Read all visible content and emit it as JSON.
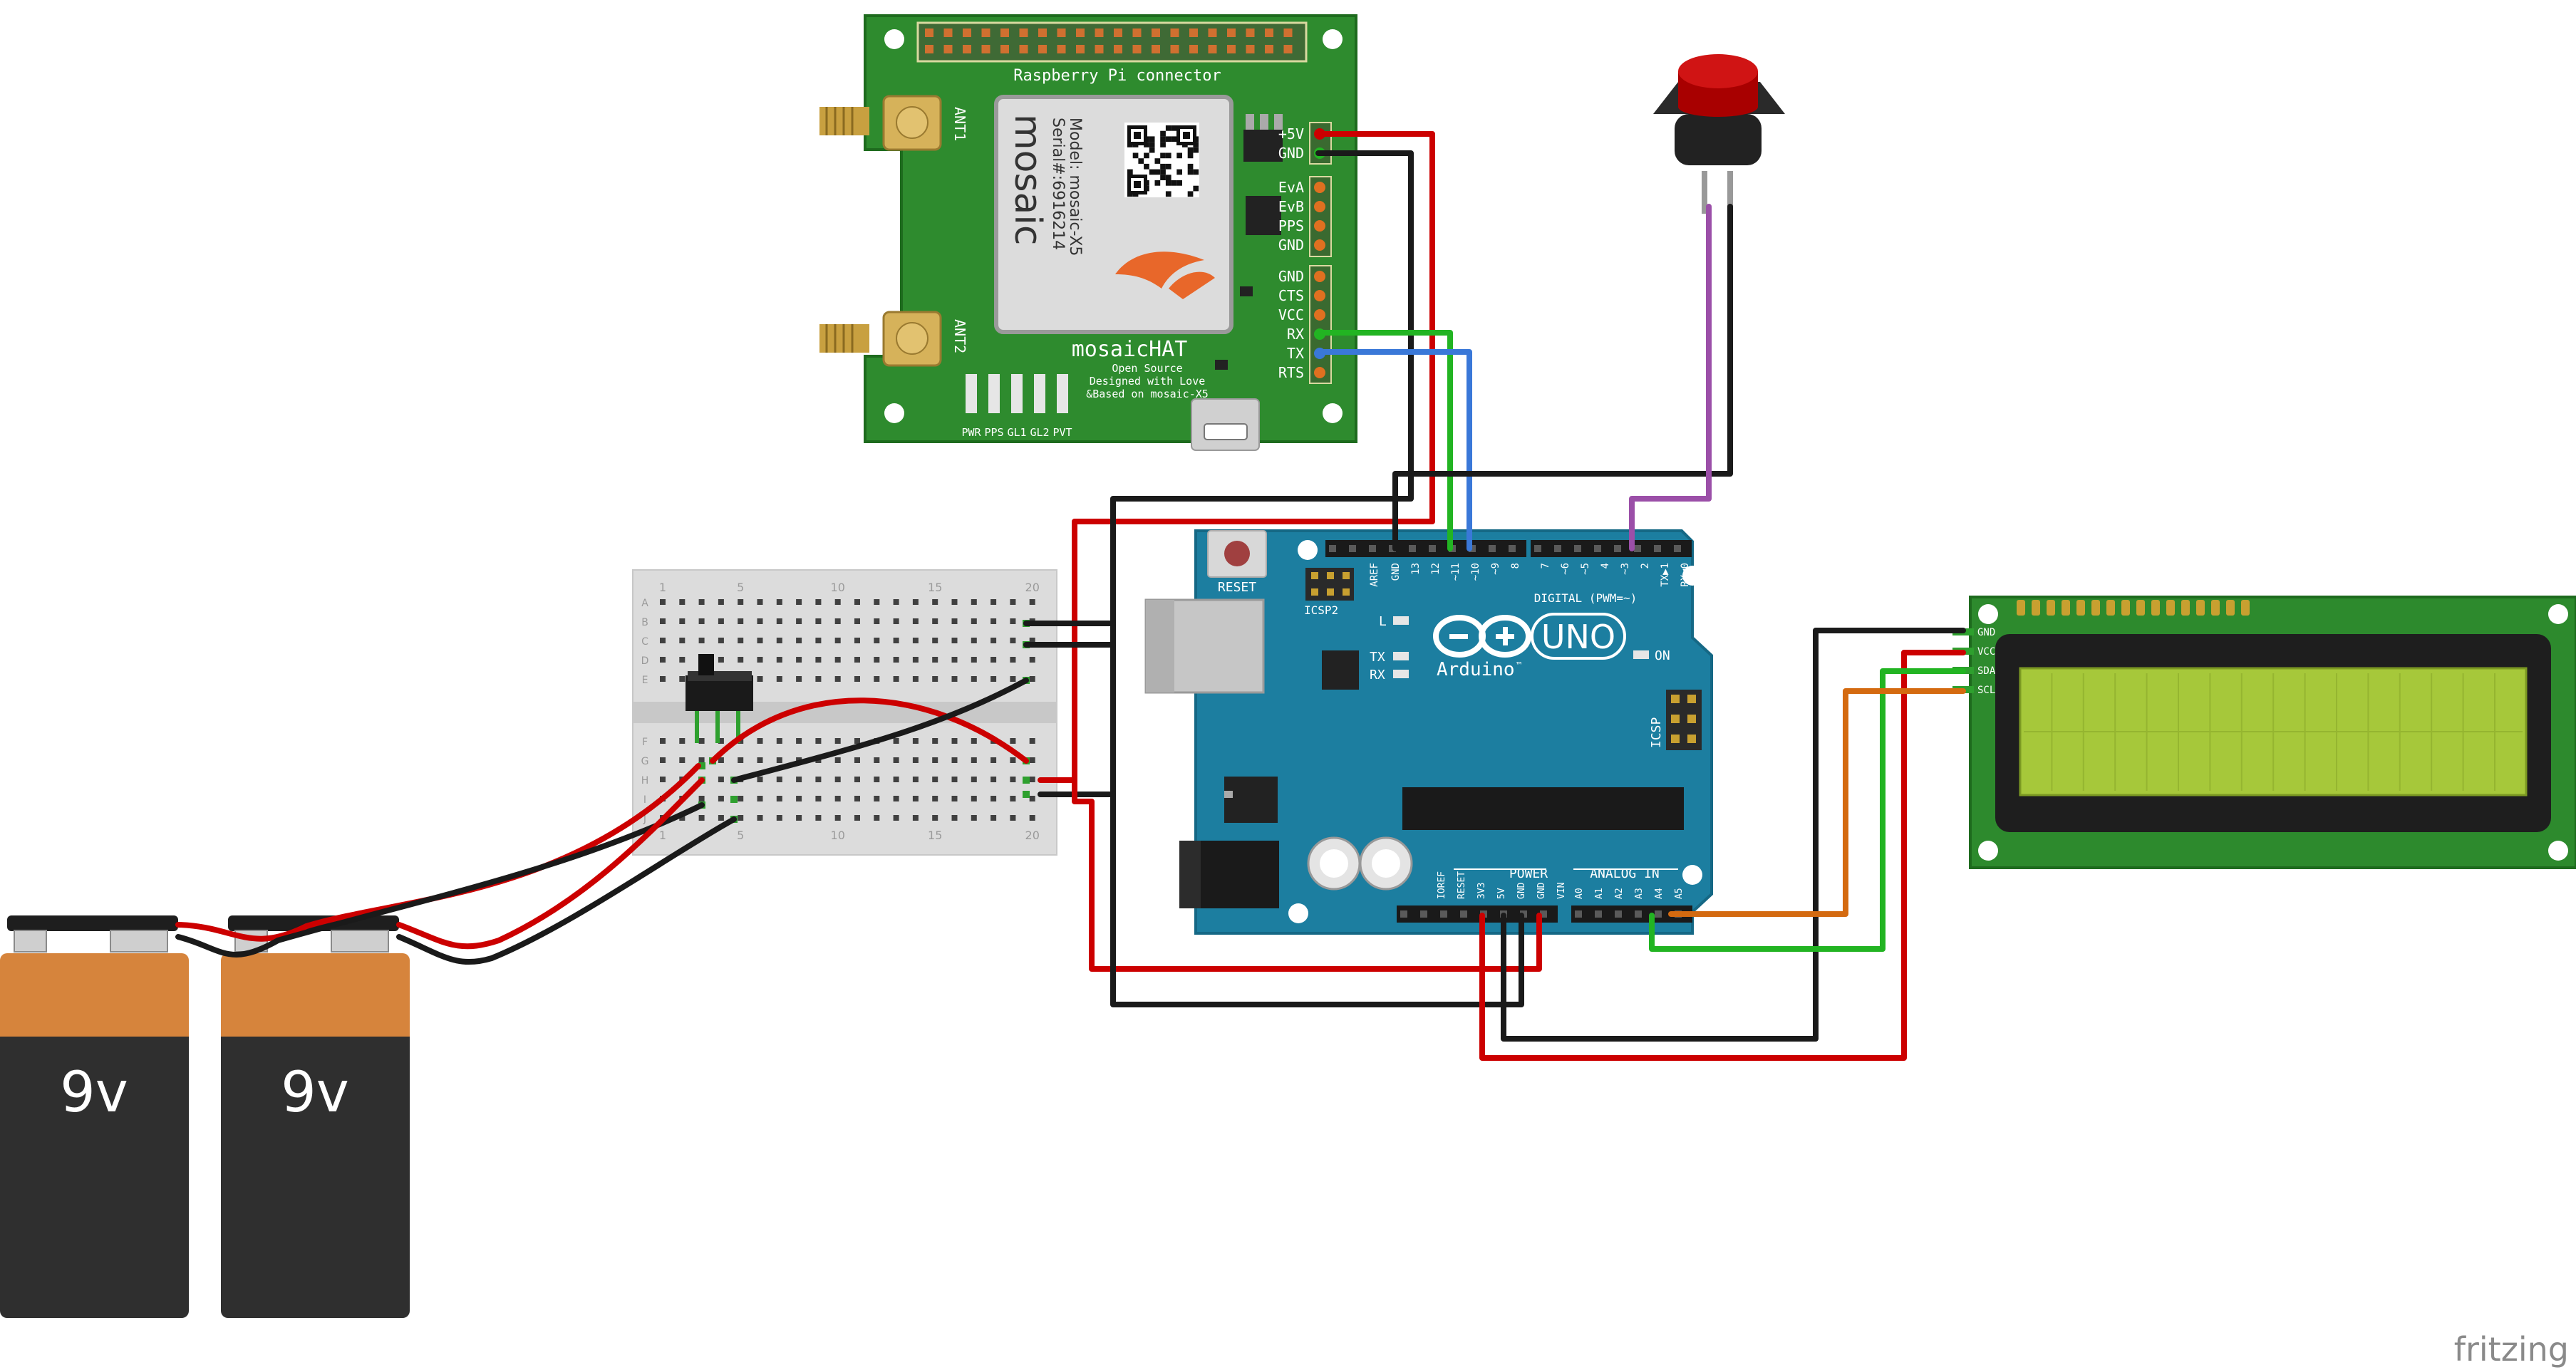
{
  "mosaic_hat": {
    "connector_label": "Raspberry Pi connector",
    "ant1": "ANT1",
    "ant2": "ANT2",
    "module_brand": "mosaic",
    "model_line": "Model: mosaic-X5",
    "serial_line": "Serial#:6916214",
    "board_name": "mosaicHAT",
    "sub1": "Open Source",
    "sub2": "Designed with Love",
    "sub3": "&Based on mosaic-X5",
    "pins_power": [
      "+5V",
      "GND"
    ],
    "pins_event": [
      "EvA",
      "EvB",
      "PPS",
      "GND"
    ],
    "pins_uart": [
      "GND",
      "CTS",
      "VCC",
      "RX",
      "TX",
      "RTS"
    ],
    "leds": [
      "PWR",
      "PPS",
      "GL1",
      "GL2",
      "PVT"
    ]
  },
  "arduino": {
    "reset_label": "RESET",
    "icsp2_label": "ICSP2",
    "brand": "Arduino",
    "tm": "™",
    "model": "UNO",
    "on_label": "ON",
    "led_l": "L",
    "led_tx": "TX",
    "led_rx": "RX",
    "icsp_label": "ICSP",
    "digital_label": "DIGITAL (PWM=~)",
    "power_label": "POWER",
    "analog_label": "ANALOG IN",
    "top_pins": [
      "AREF",
      "GND",
      "13",
      "12",
      "~11",
      "~10",
      "~9",
      "8",
      "7",
      "~6",
      "~5",
      "4",
      "~3",
      "2",
      "TX▶1",
      "RX◀0"
    ],
    "power_pins": [
      "IOREF",
      "RESET",
      "3V3",
      "5V",
      "GND",
      "GND",
      "VIN"
    ],
    "analog_pins": [
      "A0",
      "A1",
      "A2",
      "A3",
      "A4",
      "A5"
    ]
  },
  "breadboard": {
    "col_numbers": [
      "1",
      "5",
      "10",
      "15",
      "20"
    ],
    "rows_top": [
      "A",
      "B",
      "C",
      "D",
      "E"
    ],
    "rows_bottom": [
      "F",
      "G",
      "H",
      "I",
      "J"
    ]
  },
  "lcd": {
    "pins": [
      "GND",
      "VCC",
      "SDA",
      "SCL"
    ]
  },
  "batteries": [
    {
      "label": "9v"
    },
    {
      "label": "9v"
    }
  ],
  "watermark": "fritzing",
  "colors": {
    "wire_red": "#cc0000",
    "wire_black": "#1a1a1a",
    "wire_green": "#22b422",
    "wire_blue": "#3a78d8",
    "wire_orange": "#d46a10",
    "wire_purple": "#9b4fa8",
    "pcb_green": "#2d8a2d",
    "arduino_blue": "#1b7fa0",
    "lcd_screen": "#a6c83a"
  }
}
